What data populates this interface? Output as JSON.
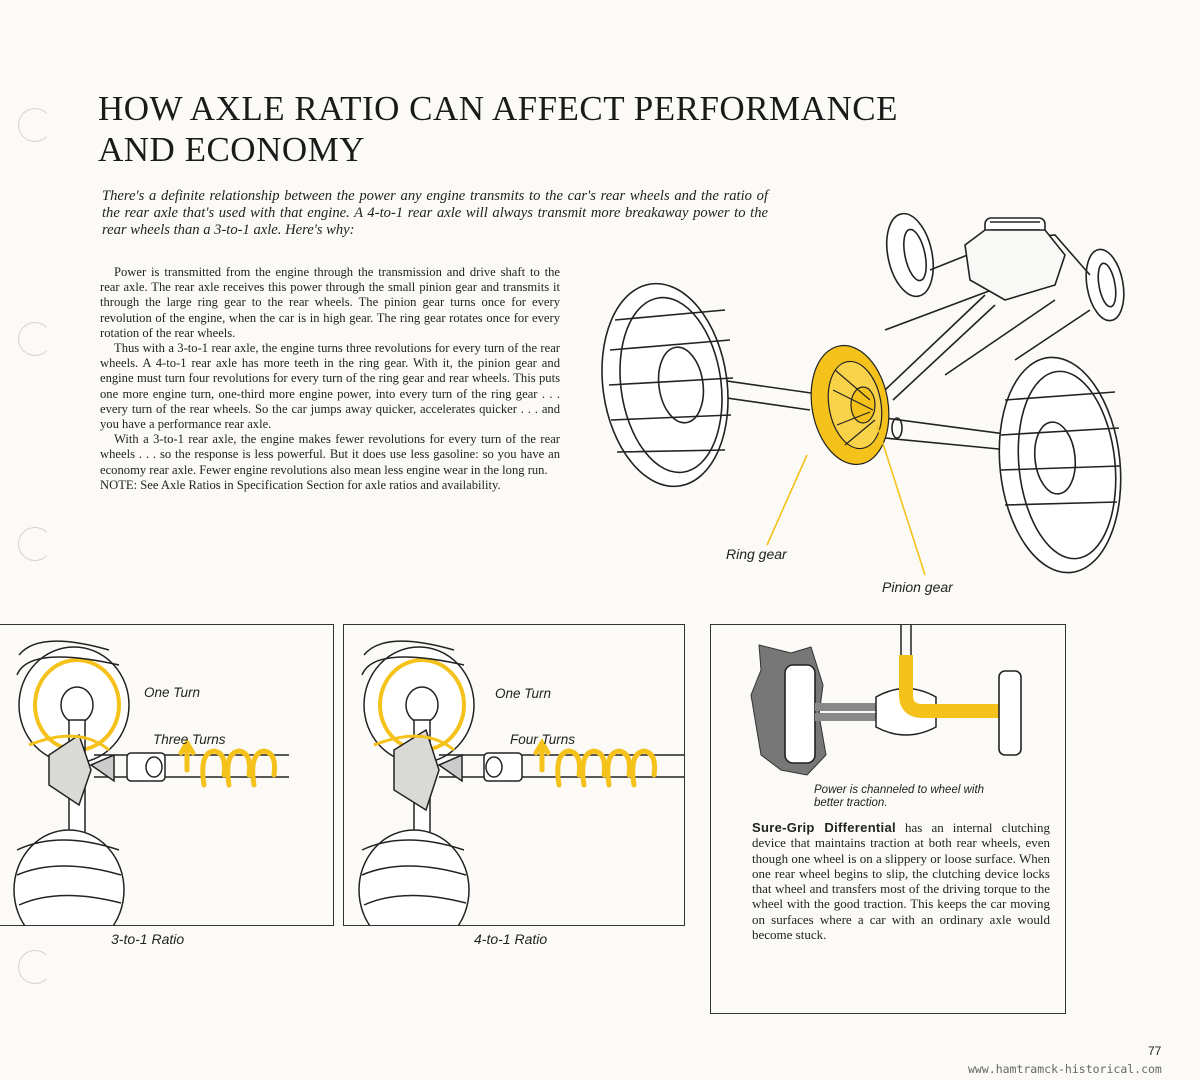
{
  "title_line1": "HOW AXLE RATIO CAN AFFECT PERFORMANCE",
  "title_line2": "AND ECONOMY",
  "intro": "There's a definite relationship between the power any engine transmits to the car's rear wheels and the ratio of the rear axle that's used with that engine. A 4-to-1 rear axle will always transmit more breakaway power to the rear wheels than a 3-to-1 axle. Here's why:",
  "body": {
    "p1": "Power is transmitted from the engine through the transmission and drive shaft to the rear axle. The rear axle receives this power through the small pinion gear and transmits it through the large ring gear to the rear wheels. The pinion gear turns once for every revolution of the engine, when the car is in high gear. The ring gear rotates once for every rotation of the rear wheels.",
    "p2": "Thus with a 3-to-1 rear axle, the engine turns three revolutions for every turn of the rear wheels. A 4-to-1 rear axle has more teeth in the ring gear. With it, the pinion gear and engine must turn four revolutions for every turn of the ring gear and rear wheels. This puts one more engine turn, one-third more engine power, into every turn of the ring gear . . . every turn of the rear wheels. So the car jumps away quicker, accelerates quicker . . . and you have a performance rear axle.",
    "p3": "With a 3-to-1 rear axle, the engine makes fewer revolutions for every turn of the rear wheels . . . so the response is less powerful. But it does use less gasoline: so you have an economy rear axle. Fewer engine revolutions also mean less engine wear in the long run.",
    "note": "NOTE: See Axle Ratios in Specification Section for axle ratios and availability."
  },
  "diagram": {
    "ring_gear_label": "Ring gear",
    "pinion_gear_label": "Pinion gear"
  },
  "panel_3to1": {
    "one_turn": "One Turn",
    "turns": "Three Turns",
    "caption": "3-to-1 Ratio"
  },
  "panel_4to1": {
    "one_turn": "One Turn",
    "turns": "Four Turns",
    "caption": "4-to-1 Ratio"
  },
  "sure_grip": {
    "caption": "Power is channeled to wheel with better traction.",
    "heading": "Sure-Grip Differential",
    "text": " has an internal clutching device that maintains traction at both rear wheels, even though one wheel is on a slippery or loose surface. When one rear wheel begins to slip, the clutching device locks that wheel and transfers most of the driving torque to the wheel with the good traction. This keeps the car moving on surfaces where a car with an ordinary axle would become stuck."
  },
  "page_number": "77",
  "watermark": "www.hamtramck-historical.com",
  "colors": {
    "accent_yellow": "#f5c21b",
    "ink": "#1d1d1d"
  }
}
